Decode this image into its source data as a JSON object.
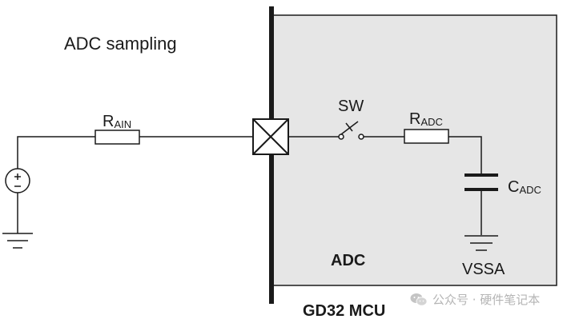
{
  "labels": {
    "title": "ADC sampling",
    "r_ain_main": "R",
    "r_ain_sub": "AIN",
    "sw": "SW",
    "r_adc_main": "R",
    "r_adc_sub": "ADC",
    "c_adc_main": "C",
    "c_adc_sub": "ADC",
    "adc": "ADC",
    "vssa": "VSSA",
    "mcu": "GD32 MCU"
  },
  "watermark": {
    "text": "公众号 · 硬件笔记本",
    "icon": "wechat-icon"
  },
  "colors": {
    "mcu_fill": "#e6e6e6",
    "line": "#1a1a1a",
    "watermark": "#b5b5b5"
  }
}
